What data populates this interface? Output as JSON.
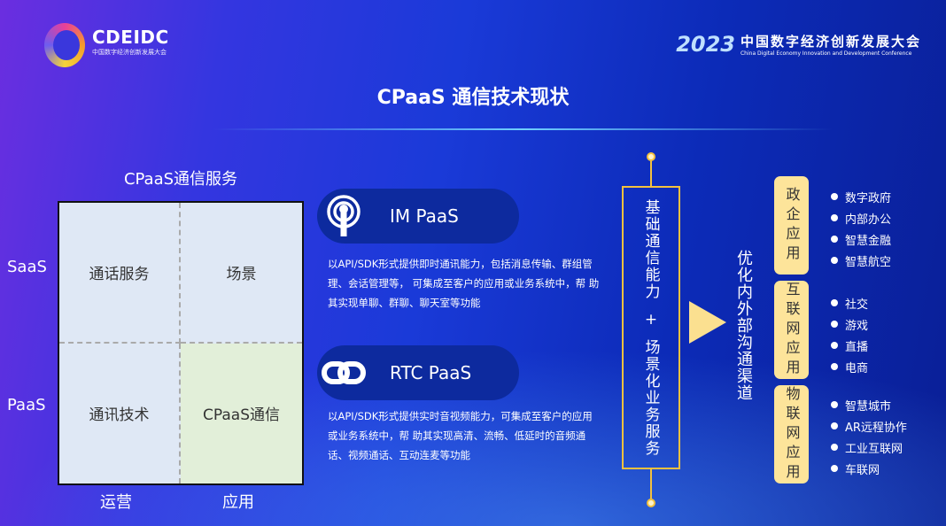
{
  "header": {
    "brand": "CDEIDC",
    "brand_sub": "中国数字经济创新发展大会",
    "year": "2023",
    "conf_cn": "中国数字经济创新发展大会",
    "conf_en": "China Digital Economy Innovation and Development Conference"
  },
  "title": "CPaaS 通信技术现状",
  "matrix": {
    "title": "CPaaS通信服务",
    "rows": [
      "SaaS",
      "PaaS"
    ],
    "cols": [
      "运营",
      "应用"
    ],
    "cells": [
      "通话服务",
      "场景",
      "通讯技术",
      "CPaaS通信"
    ]
  },
  "products": [
    {
      "name": "IM PaaS",
      "icon": "broadcast-icon",
      "desc": "以API/SDK形式提供即时通讯能力，包括消息传输、群组管理、会话管理等， 可集成至客户的应用或业务系统中，帮 助其实现单聊、群聊、聊天室等功能"
    },
    {
      "name": "RTC PaaS",
      "icon": "link-icon",
      "desc": "以API/SDK形式提供实时音视频能力，可集成至客户的应用或业务系统中，帮 助其实现高清、流畅、低延时的音频通 话、视频通话、互动连麦等功能"
    }
  ],
  "flow": {
    "base": "基础通信能力",
    "plus": "+",
    "scene": "场景化业务服务",
    "result": "优化内外部沟通渠道"
  },
  "categories": [
    {
      "name": "政企应用",
      "items": [
        "数字政府",
        "内部办公",
        "智慧金融",
        "智慧航空"
      ]
    },
    {
      "name": "互联网应用",
      "items": [
        "社交",
        "游戏",
        "直播",
        "电商"
      ]
    },
    {
      "name": "物联网应用",
      "items": [
        "智慧城市",
        "AR远程协作",
        "工业互联网",
        "车联网"
      ]
    }
  ],
  "colors": {
    "accent": "#f3c13f",
    "category_bg": "#fde49a",
    "pill_bg": "#0d2a9e"
  }
}
